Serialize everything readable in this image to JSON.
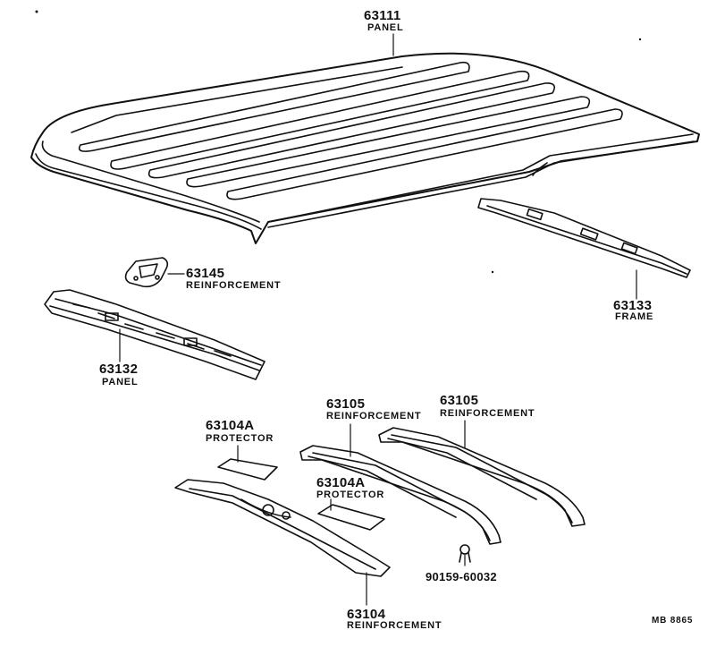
{
  "diagram": {
    "parts": [
      {
        "id": "roof-panel",
        "number": "63111",
        "name": "PANEL"
      },
      {
        "id": "small-reinforcement",
        "number": "63145",
        "name": "REINFORCEMENT"
      },
      {
        "id": "rear-frame",
        "number": "63133",
        "name": "FRAME"
      },
      {
        "id": "front-panel",
        "number": "63132",
        "name": "PANEL"
      },
      {
        "id": "reinforcement-left",
        "number": "63105",
        "name": "REINFORCEMENT"
      },
      {
        "id": "reinforcement-right",
        "number": "63105",
        "name": "REINFORCEMENT"
      },
      {
        "id": "protector-upper",
        "number": "63104A",
        "name": "PROTECTOR"
      },
      {
        "id": "protector-lower",
        "number": "63104A",
        "name": "PROTECTOR"
      },
      {
        "id": "front-reinforcement",
        "number": "63104",
        "name": "REINFORCEMENT"
      },
      {
        "id": "clip",
        "number": "90159-60032",
        "name": ""
      }
    ],
    "drawing_code": "MB 8865",
    "line_color": "#111111"
  }
}
